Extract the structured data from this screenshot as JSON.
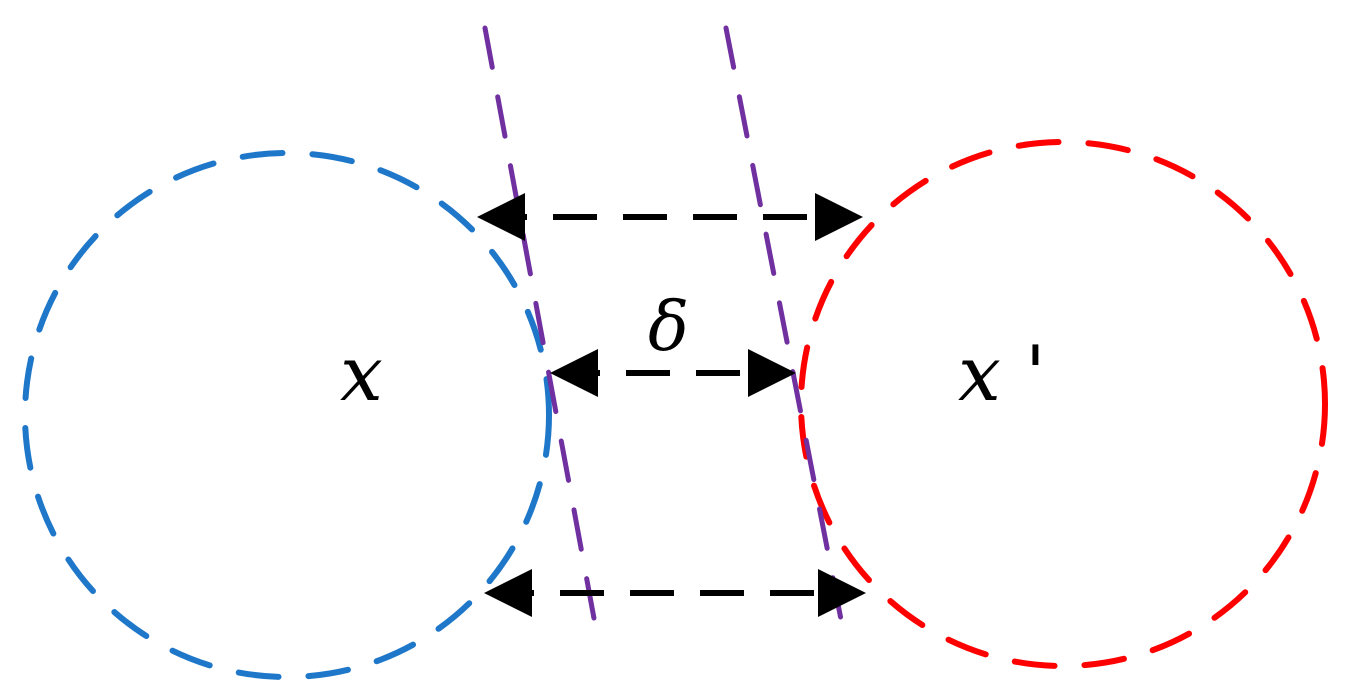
{
  "labels": {
    "left_circle": "x",
    "right_circle": "x '",
    "gap": "δ"
  },
  "colors": {
    "left_circle": "#1f77c9",
    "right_circle": "#ff0000",
    "boundary_lines": "#7030a0",
    "arrows": "#000000"
  }
}
